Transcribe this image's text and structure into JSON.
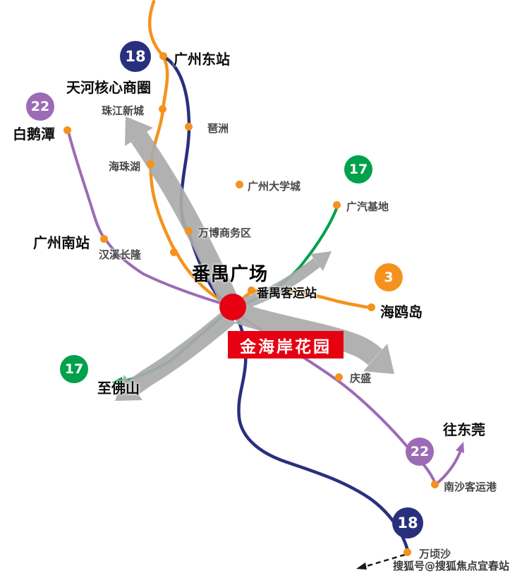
{
  "colors": {
    "line_18_navy": "#28307E",
    "line_22_purple": "#9C6BB5",
    "line_17_green": "#00A14B",
    "line_3_orange": "#F5921E",
    "highlight_red": "#E60012",
    "flow_arrow_gray": "#ABABAB",
    "station_dot_orange": "#F5921E"
  },
  "badges": [
    {
      "id": "line-18-north",
      "number": "18",
      "color": "navy"
    },
    {
      "id": "line-22-west",
      "number": "22",
      "color": "purple"
    },
    {
      "id": "line-17-east",
      "number": "17",
      "color": "green"
    },
    {
      "id": "line-3",
      "number": "3",
      "color": "orange"
    },
    {
      "id": "line-17-southwest",
      "number": "17",
      "color": "green"
    },
    {
      "id": "line-22-southeast",
      "number": "22",
      "color": "purple"
    },
    {
      "id": "line-18-south",
      "number": "18",
      "color": "navy"
    }
  ],
  "stations": {
    "guangzhou_east": "广州东站",
    "tianhe_core": "天河核心商圈",
    "baietan": "白鹅潭",
    "zhujiang_new_town": "珠江新城",
    "pazhou": "琶洲",
    "haizhu_lake": "海珠湖",
    "university_city": "广州大学城",
    "gac_base": "广汽基地",
    "wanbo_business": "万博商务区",
    "guangzhou_south": "广州南站",
    "hanxi_changlong": "汉溪长隆",
    "panyu_square": "番禺广场",
    "panyu_bus_station": "番禺客运站",
    "haiou_island": "海鸥岛",
    "qingsheng": "庆盛",
    "nansha_port": "南沙客运港",
    "wanqingsha": "万顷沙"
  },
  "destinations": {
    "to_foshan": "至佛山",
    "to_dongguan": "往东莞"
  },
  "property": {
    "name": "金海岸花园"
  },
  "watermark": "搜狐号@搜狐焦点宜春站"
}
